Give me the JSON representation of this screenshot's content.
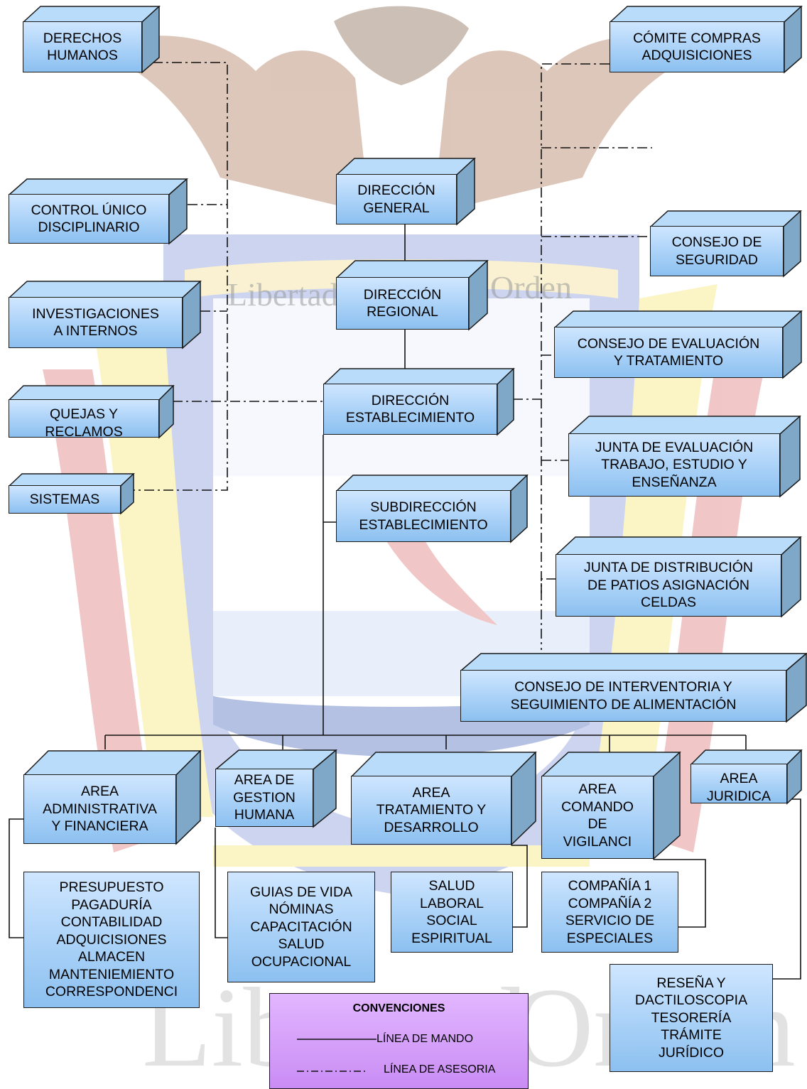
{
  "boxes": {
    "derechos": "DERECHOS\nHUMANOS",
    "comite": "CÓMITE COMPRAS\nADQUISICIONES",
    "control": "CONTROL ÚNICO\nDISCIPLINARIO",
    "dir_general": "DIRECCIÓN\nGENERAL",
    "consejo_seg": "CONSEJO DE\nSEGURIDAD",
    "investigaciones": "INVESTIGACIONES\nA INTERNOS",
    "dir_regional": "DIRECCIÓN\nREGIONAL",
    "consejo_eval": "CONSEJO DE EVALUACIÓN\nY TRATAMIENTO",
    "quejas": "QUEJAS Y\nRECLAMOS",
    "dir_establecimiento": "DIRECCIÓN\nESTABLECIMIENTO",
    "junta_eval": "JUNTA DE EVALUACIÓN\nTRABAJO, ESTUDIO Y\nENSEÑANZA",
    "sistemas": "SISTEMAS",
    "subdireccion": "SUBDIRECCIÓN\nESTABLECIMIENTO",
    "junta_dist": "JUNTA DE DISTRIBUCIÓN\nDE PATIOS ASIGNACIÓN\nCELDAS",
    "consejo_interv": "CONSEJO DE INTERVENTORIA Y\nSEGUIMIENTO DE ALIMENTACIÓN",
    "area_admin": "AREA\nADMINISTRATIVA\nY FINANCIERA",
    "area_gestion": "AREA DE\nGESTION\nHUMANA",
    "area_trat": "AREA\nTRATAMIENTO Y\nDESARROLLO",
    "area_comando": "AREA\nCOMANDO\nDE\nVIGILANCI",
    "area_juridica": "AREA\nJURIDICA",
    "sub_admin": "PRESUPUESTO\nPAGADURÍA\nCONTABILIDAD\nADQUICISIONES\nALMACEN\nMANTENIEMIENTO\nCORRESPONDENCI",
    "sub_gestion": "GUIAS DE VIDA\nNÓMINAS\nCAPACITACIÓN\nSALUD\nOCUPACIONAL",
    "sub_trat": "SALUD\nLABORAL\nSOCIAL\nESPIRITUAL",
    "sub_comando": "COMPAÑÍA  1\nCOMPAÑÍA  2\nSERVICIO DE\nESPECIALES",
    "sub_juridica": "RESEÑA Y\nDACTILOSCOPIA\nTESORERÍA\nTRÁMITE\nJURÍDICO"
  },
  "legend": {
    "title": "CONVENCIONES",
    "mando": "LÍNEA DE MANDO",
    "asesoria": "LÍNEA DE ASESORIA"
  },
  "watermark": {
    "left_word": "Libertad",
    "right_word": "Orden",
    "colors": {
      "yellow": "#f5e46a",
      "blue": "#7c8fd6",
      "red": "#d96b6b",
      "brown": "#a36b4a"
    }
  }
}
